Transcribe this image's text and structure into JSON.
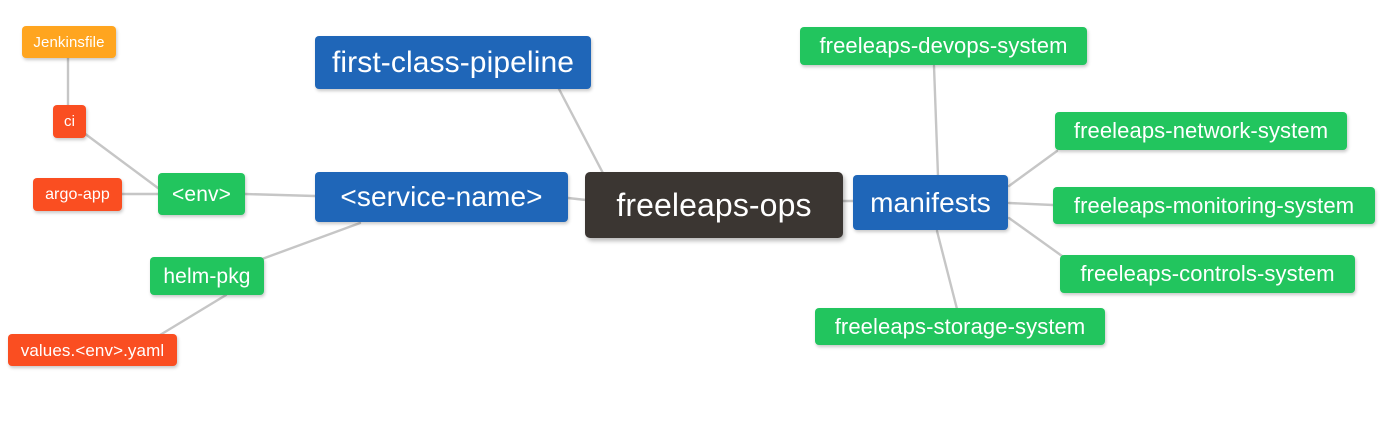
{
  "diagram": {
    "type": "mindmap",
    "title": "freeleaps-ops",
    "background": "#ffffff",
    "edge_color": "#c6c6c6",
    "palette": {
      "root": "#3b3632",
      "blue": "#1f66b8",
      "green": "#22c55e",
      "orange": "#ffa51f",
      "red": "#fa4e21"
    }
  },
  "nodes": {
    "root": {
      "label": "freeleaps-ops"
    },
    "first_class_pipeline": {
      "label": "first-class-pipeline"
    },
    "service_name": {
      "label": "<service-name>"
    },
    "env": {
      "label": "<env>"
    },
    "ci": {
      "label": "ci"
    },
    "jenkinsfile": {
      "label": "Jenkinsfile"
    },
    "argo_app": {
      "label": "argo-app"
    },
    "helm_pkg": {
      "label": "helm-pkg"
    },
    "values_yaml": {
      "label": "values.<env>.yaml"
    },
    "manifests": {
      "label": "manifests"
    },
    "devops_system": {
      "label": "freeleaps-devops-system"
    },
    "network_system": {
      "label": "freeleaps-network-system"
    },
    "monitoring_system": {
      "label": "freeleaps-monitoring-system"
    },
    "controls_system": {
      "label": "freeleaps-controls-system"
    },
    "storage_system": {
      "label": "freeleaps-storage-system"
    }
  },
  "edges": [
    {
      "from": "first_class_pipeline",
      "to": "root"
    },
    {
      "from": "service_name",
      "to": "root"
    },
    {
      "from": "env",
      "to": "service_name"
    },
    {
      "from": "ci",
      "to": "env"
    },
    {
      "from": "jenkinsfile",
      "to": "ci"
    },
    {
      "from": "argo_app",
      "to": "env"
    },
    {
      "from": "helm_pkg",
      "to": "service_name"
    },
    {
      "from": "values_yaml",
      "to": "helm_pkg"
    },
    {
      "from": "manifests",
      "to": "root"
    },
    {
      "from": "devops_system",
      "to": "manifests"
    },
    {
      "from": "network_system",
      "to": "manifests"
    },
    {
      "from": "monitoring_system",
      "to": "manifests"
    },
    {
      "from": "controls_system",
      "to": "manifests"
    },
    {
      "from": "storage_system",
      "to": "manifests"
    }
  ]
}
